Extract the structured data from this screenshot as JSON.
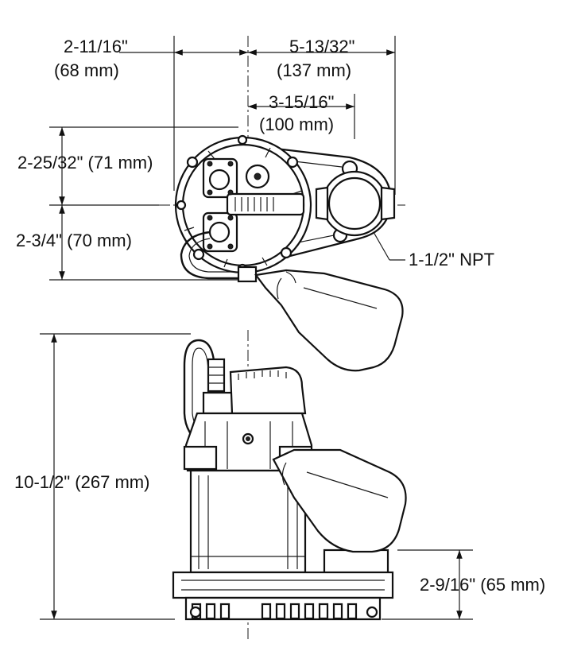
{
  "dimensions": {
    "top_left_width": {
      "imperial": "2-11/16\"",
      "metric": "(68 mm)"
    },
    "top_right_width": {
      "imperial": "5-13/32\"",
      "metric": "(137 mm)"
    },
    "top_discharge_offset": {
      "imperial": "3-15/16\"",
      "metric": "(100 mm)"
    },
    "upper_depth": "2-25/32\" (71 mm)",
    "lower_depth": "2-3/4\" (70 mm)",
    "discharge": "1-1/2\" NPT",
    "total_height": "10-1/2\" (267 mm)",
    "inlet_height": "2-9/16\" (65 mm)"
  },
  "colors": {
    "line": "#111111",
    "background": "#ffffff"
  }
}
